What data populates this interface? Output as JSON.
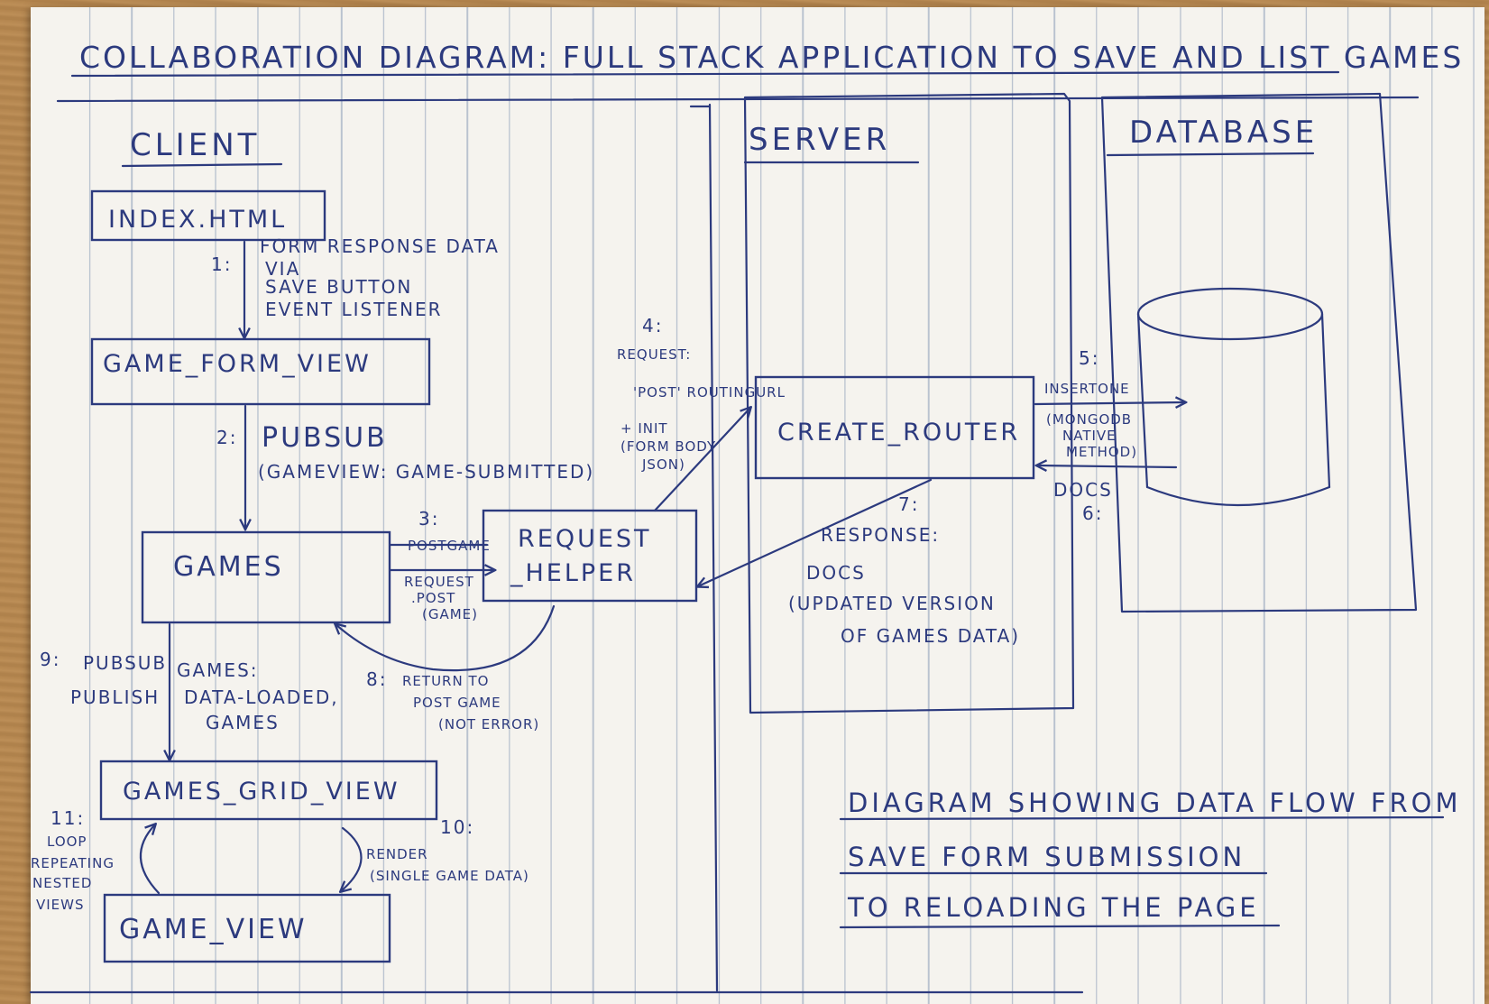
{
  "title": "COLLABORATION DIAGRAM: FULL STACK APPLICATION TO SAVE AND LIST GAMES",
  "sections": {
    "client": "CLIENT",
    "server": "SERVER",
    "database": "DATABASE"
  },
  "components": {
    "index_html": "INDEX.HTML",
    "game_form_view": "GAME_FORM_VIEW",
    "games": "GAMES",
    "request_helper_line1": "REQUEST",
    "request_helper_line2": "_HELPER",
    "create_router": "CREATE_ROUTER",
    "games_grid_view": "GAMES_GRID_VIEW",
    "game_view": "GAME_VIEW"
  },
  "steps": {
    "s1": {
      "num": "1:",
      "line1": "FORM RESPONSE DATA",
      "line2": "VIA",
      "line3": "SAVE BUTTON",
      "line4": "EVENT LISTENER"
    },
    "s2": {
      "num": "2:",
      "line1": "PUBSUB",
      "line2": "(GAMEVIEW: GAME-SUBMITTED)"
    },
    "s3": {
      "num": "3:",
      "label_top": "POSTGAME",
      "line1": "REQUEST",
      "line2": ".POST",
      "line3": "(GAME)"
    },
    "s4": {
      "num": "4:",
      "line1": "REQUEST:",
      "line2": "'POST' ROUTINGURL",
      "line3": "+ INIT",
      "line4": "(FORM BODY",
      "line5": "JSON)"
    },
    "s5": {
      "num": "5:",
      "line1": "INSERTONE",
      "line2": "(MONGODB",
      "line3": "NATIVE",
      "line4": "METHOD)"
    },
    "s6": {
      "num": "6:",
      "line1": "DOCS"
    },
    "s7": {
      "num": "7:",
      "line1": "RESPONSE:",
      "line2": "DOCS",
      "line3": "(UPDATED VERSION",
      "line4": "OF GAMES DATA)"
    },
    "s8": {
      "num": "8:",
      "line1": "RETURN TO",
      "line2": "POST GAME",
      "line3": "(NOT ERROR)"
    },
    "s9": {
      "num": "9:",
      "line1": "PUBSUB",
      "line2": "PUBLISH",
      "line3": "GAMES:",
      "line4": "DATA-LOADED,",
      "line5": "GAMES"
    },
    "s10": {
      "num": "10:",
      "line1": "RENDER",
      "line2": "(SINGLE GAME DATA)"
    },
    "s11": {
      "num": "11:",
      "line1": "LOOP",
      "line2": "REPEATING",
      "line3": "NESTED",
      "line4": "VIEWS"
    }
  },
  "note": {
    "line1": "DIAGRAM SHOWING DATA FLOW FROM",
    "line2": "SAVE FORM SUBMISSION",
    "line3": "TO RELOADING THE PAGE"
  }
}
